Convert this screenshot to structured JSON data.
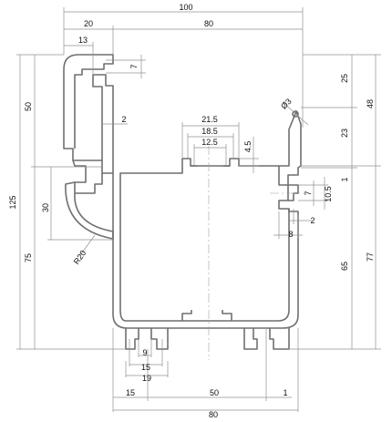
{
  "dimensions": {
    "d100": "100",
    "d20": "20",
    "d80_top": "80",
    "d13": "13",
    "d7_top": "7",
    "d50_left": "50",
    "d125": "125",
    "d2_left": "2",
    "d21_5": "21.5",
    "d18_5": "18.5",
    "d12_5": "12.5",
    "d4_5": "4.5",
    "d_phi3": "Ø3",
    "d25": "25",
    "d48": "48",
    "d23": "23",
    "d1_right": "1",
    "d7_right": "7",
    "d10_5": "10.5",
    "d2_right": "2",
    "d8": "8",
    "d30": "30",
    "d75": "75",
    "d_r20": "R20",
    "d65": "65",
    "d77": "77",
    "d9": "9",
    "d15_inner": "15",
    "d19": "19",
    "d15_bottom": "15",
    "d50_bottom": "50",
    "d1_bottom": "1",
    "d80_bottom": "80"
  },
  "colors": {
    "profile": "#6f6f6f",
    "dimension": "#909090",
    "text": "#111111"
  }
}
